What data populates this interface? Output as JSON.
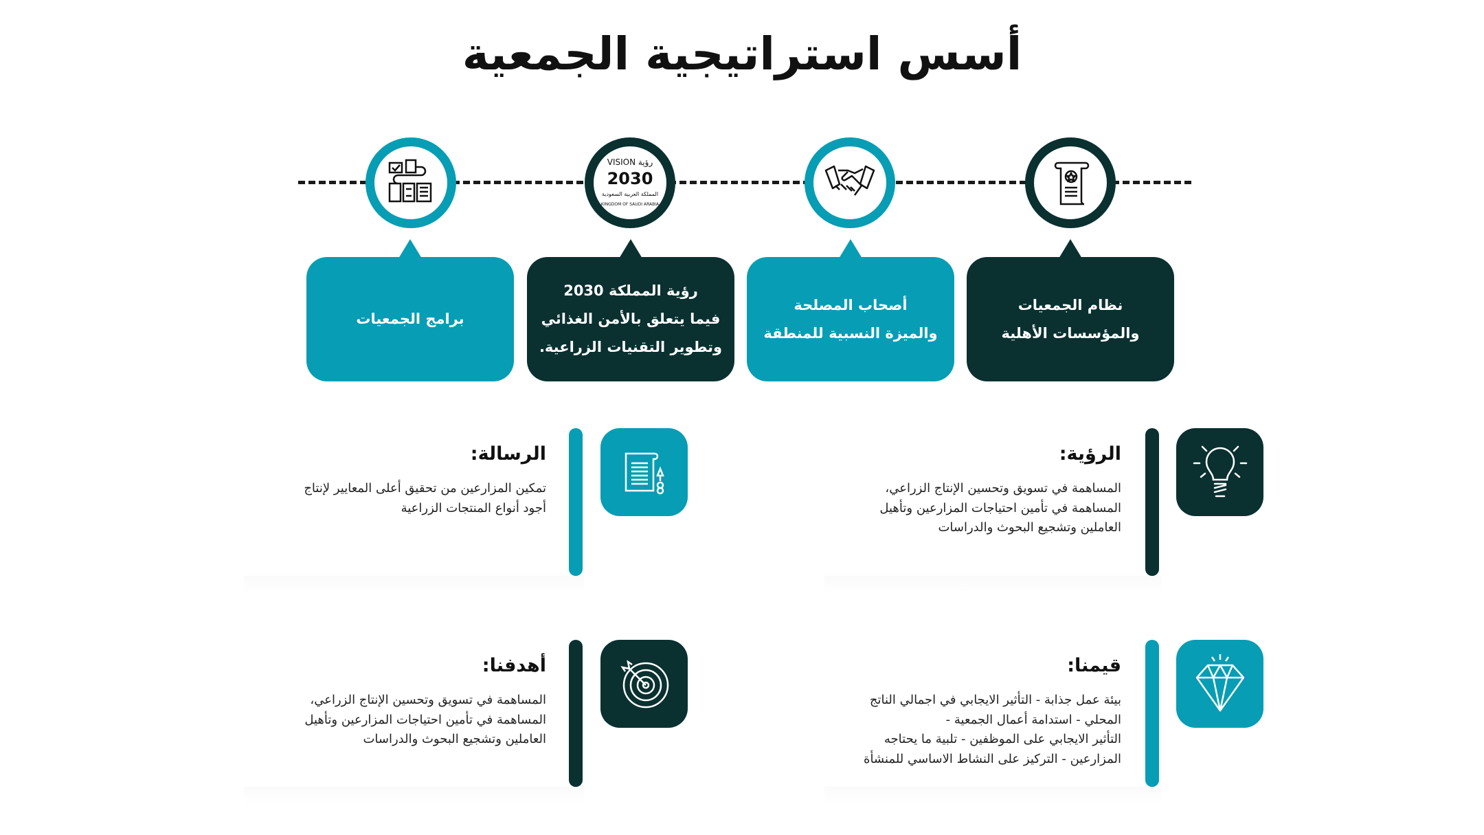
{
  "title": "أسس استراتيجية الجمعية",
  "colors": {
    "teal": "#079db4",
    "dark": "#0a3030"
  },
  "timeline": [
    {
      "icon": "programs-icon",
      "lines": [
        "برامج الجمعيات"
      ],
      "color": "teal"
    },
    {
      "icon": "vision-2030-logo",
      "logo_text": [
        "رؤية VISION",
        "2030",
        "المملكة العربية السعودية",
        "KINGDOM OF SAUDI ARABIA"
      ],
      "lines": [
        "رؤية المملكة 2030",
        "فيما يتعلق بالأمن الغذائي",
        "وتطوير التقنيات الزراعية."
      ],
      "color": "dark"
    },
    {
      "icon": "handshake-icon",
      "lines": [
        "أصحاب المصلحة",
        "والميزة النسبية للمنطقة"
      ],
      "color": "teal"
    },
    {
      "icon": "certificate-scroll-icon",
      "lines": [
        "نظام الجمعيات",
        "والمؤسسات الأهلية"
      ],
      "color": "dark"
    }
  ],
  "cards": {
    "vision": {
      "title": "الرؤية:",
      "icon": "lightbulb-icon",
      "lines": [
        "المساهمة في تسويق وتحسين الإنتاج الزراعي،",
        "المساهمة في تأمين احتياجات المزارعين وتأهيل",
        "العاملين وتشجيع البحوث والدراسات"
      ]
    },
    "message": {
      "title": "الرسالة:",
      "icon": "document-pen-icon",
      "lines": [
        "تمكين المزارعين من تحقيق أعلى المعايير لإنتاج",
        "أجود أنواع المنتجات الزراعية"
      ]
    },
    "values": {
      "title": "قيمنا:",
      "icon": "diamond-icon",
      "lines": [
        "بيئة عمل جذابة - التأثير الايجابي في اجمالي الناتج",
        "المحلي  - استدامة أعمال الجمعية -",
        "التأثير الايجابي على الموظفين - تلبية ما يحتاجه",
        "المزارعين - التركيز على النشاط الاساسي للمنشأة"
      ]
    },
    "goals": {
      "title": "أهدفنا:",
      "icon": "target-icon",
      "lines": [
        "المساهمة في تسويق وتحسين الإنتاج الزراعي،",
        "المساهمة في تأمين احتياجات المزارعين وتأهيل",
        "العاملين وتشجيع البحوث والدراسات"
      ]
    }
  }
}
